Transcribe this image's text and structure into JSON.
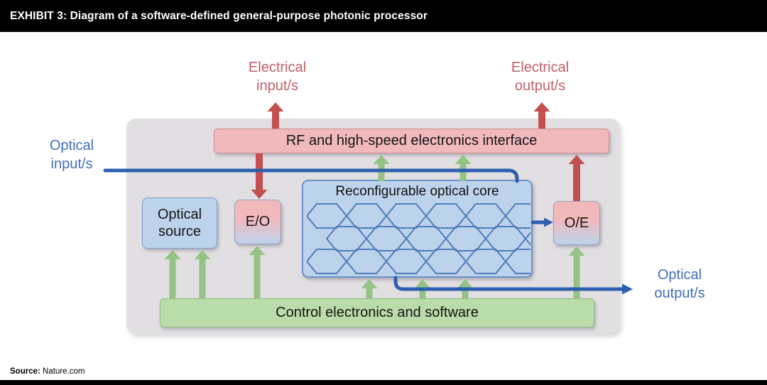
{
  "header": {
    "title": "EXHIBIT 3: Diagram of a software-defined general-purpose photonic processor"
  },
  "diagram": {
    "external_labels": {
      "electrical_inputs": "Electrical\ninput/s",
      "electrical_outputs": "Electrical\noutput/s",
      "optical_inputs": "Optical\ninput/s",
      "optical_outputs": "Optical\noutput/s"
    },
    "blocks": {
      "rf_interface": "RF and high-speed electronics interface",
      "optical_source": "Optical\nsource",
      "eo_converter": "E/O",
      "core_title": "Reconfigurable optical core",
      "oe_converter": "O/E",
      "control": "Control electronics and software"
    },
    "colors": {
      "electrical_text": "#c05f68",
      "optical_text": "#3f6eb5",
      "red_arrow": "#c1504e",
      "green_arrow": "#95c384",
      "blue_line": "#2e5fae",
      "pink_fill": "#f2b9bd",
      "blue_fill": "#bdd3ec",
      "green_fill": "#badcab",
      "body_fill": "#e2dfe2",
      "mesh_line": "#4f7cbb"
    }
  },
  "footer": {
    "source_label": "Source:",
    "source_value": "Nature.com"
  }
}
